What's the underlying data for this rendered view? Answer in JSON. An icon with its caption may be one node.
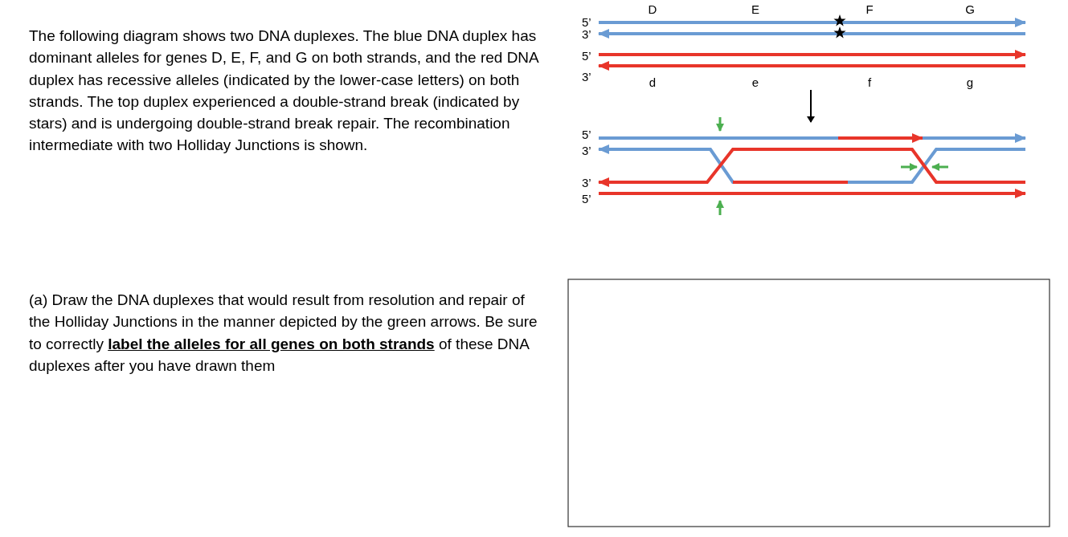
{
  "diagram": {
    "labels": [
      "The following diagram shows two DNA duplexes. The blue DNA duplex has dominant alleles for genes D, E, F, and G on both strands, and the red DNA duplex has recessive alleles (indicated by the lower-case letters) on both strands. The top duplex experienced a double-strand break (indicated by stars) and is undergoing double-strand break repair. The recombination intermediate with two Holliday Junctions is shown.",
      "D",
      "E",
      "F",
      "G",
      "5’",
      "3’",
      "5’",
      "3’",
      "d",
      "e",
      "f",
      "g",
      "5’",
      "3’",
      "3’",
      "5’",
      "(a)  Draw the DNA duplexes that would result from resolution and repair of the Holliday Junctions in the manner depicted by the green arrows.  Be sure to correctly **label the alleles for all genes on both strands** of these DNA duplexes after you have drawn them"
    ]
  }
}
